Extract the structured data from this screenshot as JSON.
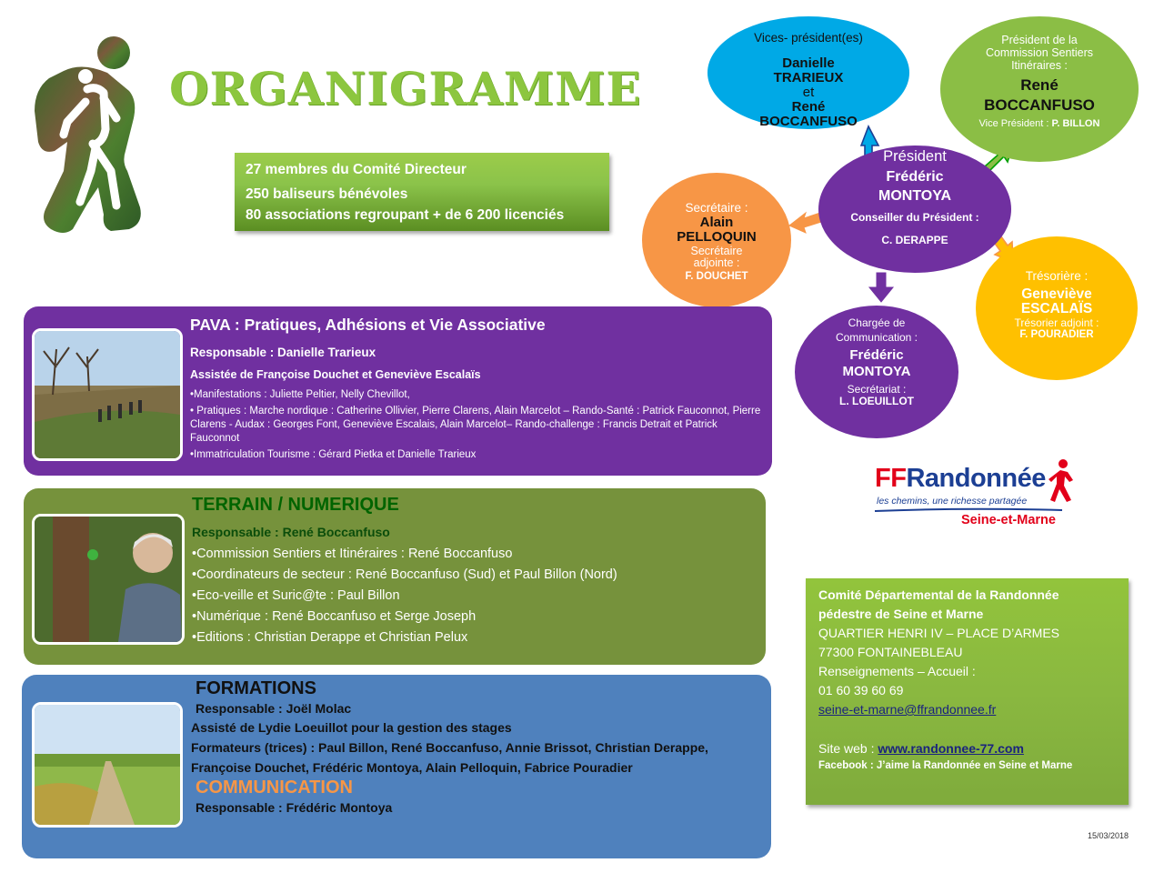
{
  "title": "ORGANIGRAMME",
  "stats": {
    "line1": "27 membres du Comité Directeur",
    "line2": "250 baliseurs bénévoles",
    "line3": "80 associations regroupant + de 6 200 licenciés"
  },
  "bubbles": {
    "vice": {
      "title": "Vices- président(es)",
      "name1": "Danielle",
      "name2": "TRARIEUX",
      "and": "et",
      "name3": "René",
      "name4": "BOCCANFUSO"
    },
    "commission": {
      "title1": "Président de la",
      "title2": "Commission Sentiers",
      "title3": "Itinéraires :",
      "name1": "René",
      "name2": "BOCCANFUSO",
      "vice_label": "Vice Président :",
      "vice_name": "P. BILLON"
    },
    "president": {
      "title": "Président",
      "name1": "Frédéric",
      "name2": "MONTOYA",
      "conseiller_label": "Conseiller du Président :",
      "conseiller_name": "C. DERAPPE"
    },
    "secretaire": {
      "title": "Secrétaire :",
      "name1": "Alain",
      "name2": "PELLOQUIN",
      "adj1": "Secrétaire",
      "adj2": "adjointe :",
      "adj_name": "F. DOUCHET"
    },
    "tresoriere": {
      "title": "Trésorière :",
      "name1": "Geneviève",
      "name2": "ESCALAÏS",
      "adj": "Trésorier adjoint :",
      "adj_name": "F. POURADIER"
    },
    "communication": {
      "title1": "Chargée de",
      "title2": "Communication :",
      "name1": "Frédéric",
      "name2": "MONTOYA",
      "sec_label": "Secrétariat :",
      "sec_name": "L. LOEUILLOT"
    }
  },
  "pava": {
    "heading": "PAVA : Pratiques, Adhésions et Vie Associative",
    "responsable": "Responsable : Danielle Trarieux",
    "assistee": "Assistée de Françoise Douchet et Geneviève Escalaïs",
    "items": [
      "•Manifestations : Juliette Peltier, Nelly Chevillot,",
      "• Pratiques : Marche nordique : Catherine Ollivier, Pierre Clarens, Alain Marcelot – Rando-Santé : Patrick Fauconnot, Pierre Clarens - Audax : Georges Font, Geneviève Escalais, Alain Marcelot– Rando-challenge : Francis Detrait et Patrick Fauconnot",
      "•Immatriculation Tourisme : Gérard Pietka et Danielle Trarieux"
    ]
  },
  "terrain": {
    "heading": "TERRAIN / NUMERIQUE",
    "responsable": "Responsable : René Boccanfuso",
    "items": [
      "•Commission Sentiers et Itinéraires : René Boccanfuso",
      "•Coordinateurs de secteur : René Boccanfuso (Sud) et Paul Billon (Nord)",
      "•Eco-veille et Suric@te : Paul Billon",
      "•Numérique : René Boccanfuso et Serge Joseph",
      "•Editions : Christian Derappe et Christian Pelux"
    ]
  },
  "formations": {
    "heading": "FORMATIONS",
    "responsable": "Responsable : Joël Molac",
    "assiste": "Assisté de Lydie Loeuillot pour la gestion des stages",
    "formateurs": "Formateurs (trices) : Paul Billon, René Boccanfuso, Annie Brissot, Christian Derappe, Françoise Douchet, Frédéric Montoya, Alain Pelloquin, Fabrice Pouradier",
    "comm_heading": "COMMUNICATION",
    "comm_responsable": "Responsable : Frédéric Montoya"
  },
  "logo": {
    "ff": "FF",
    "randonnee": "Randonnée",
    "tagline": "les chemins, une richesse partagée",
    "region": "Seine-et-Marne"
  },
  "contact": {
    "org1": "Comité Départemental de la Randonnée",
    "org2": "pédestre de Seine et Marne",
    "address1": "QUARTIER HENRI IV – PLACE D’ARMES",
    "address2": "77300 FONTAINEBLEAU",
    "renseignements": "Renseignements – Accueil :",
    "phone": "01 60 39 60 69",
    "email": "seine-et-marne@ffrandonnee.fr",
    "web_label": "Site web :",
    "web": "www.randonnee-77.com",
    "facebook": "Facebook : J’aime la Randonnée en Seine et Marne"
  },
  "date": "15/03/2018",
  "colors": {
    "purple": "#7030a0",
    "green": "#76923c",
    "blue": "#4f81bd",
    "orange": "#f79646",
    "yellow": "#ffc000",
    "cyan": "#00a9e6",
    "title_green": "#8cc63f"
  }
}
